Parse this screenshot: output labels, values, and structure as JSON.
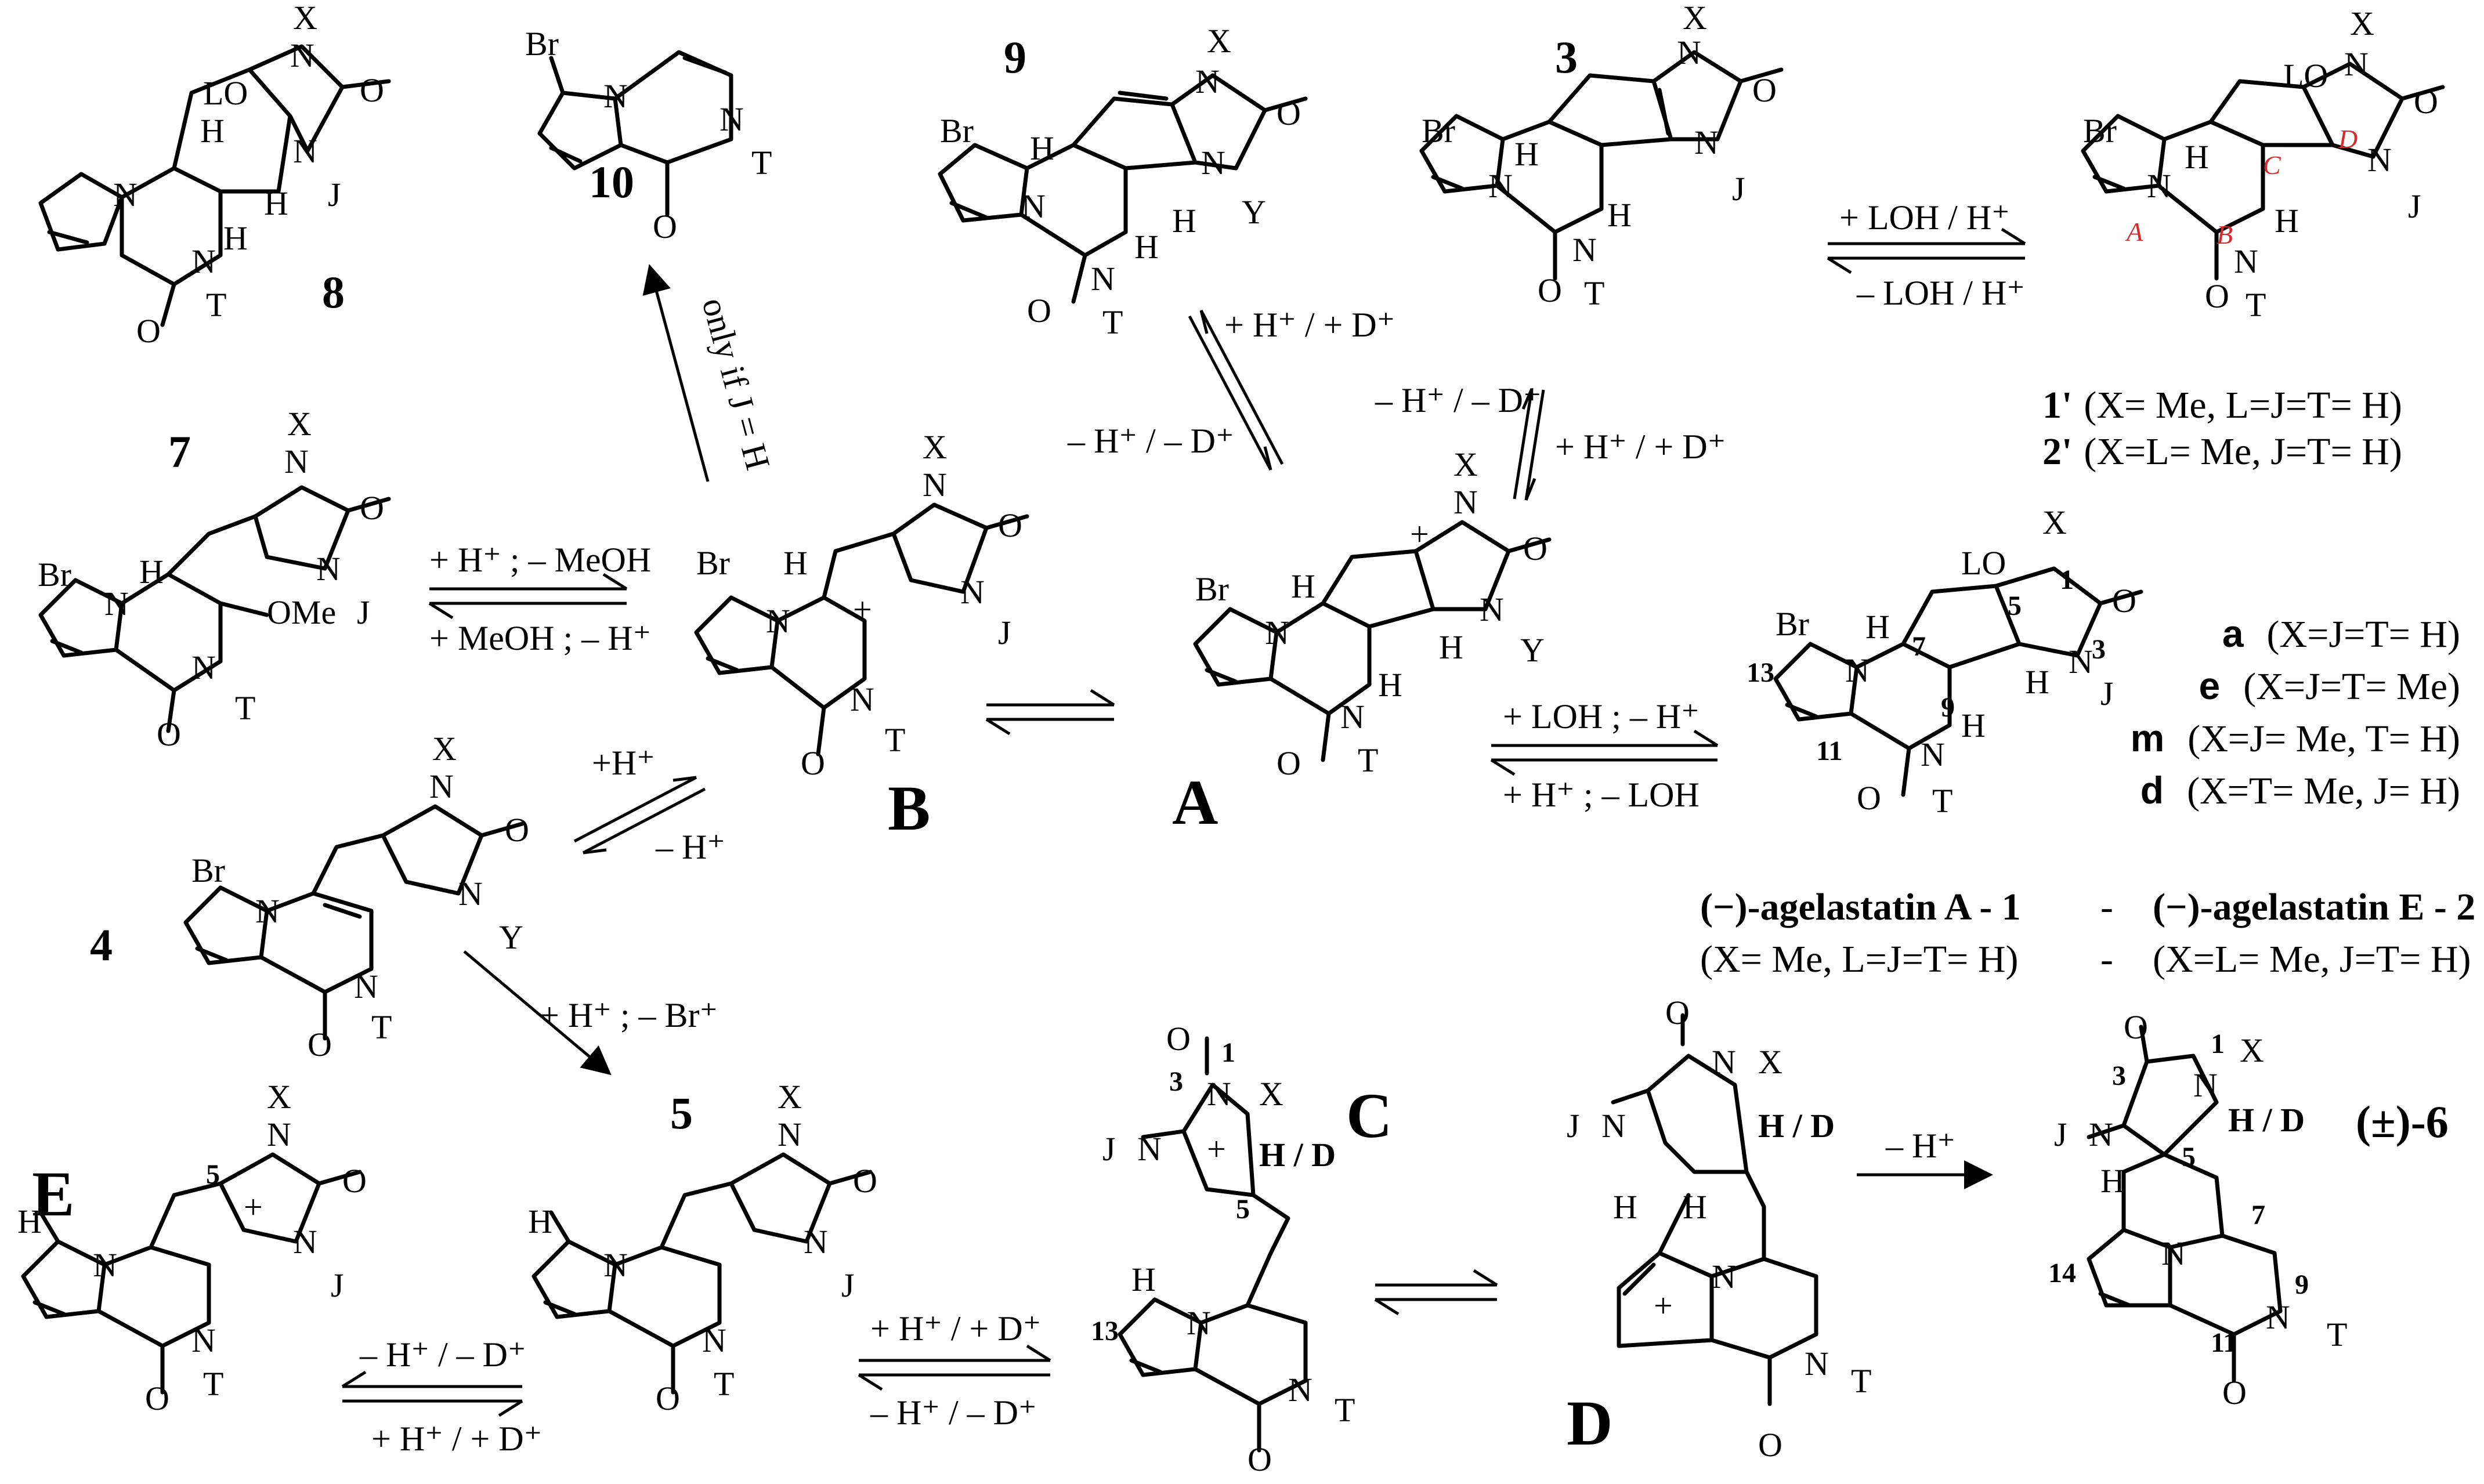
{
  "compound_labels": {
    "c8": "8",
    "c10": "10",
    "c9": "9",
    "c3": "3",
    "c7": "7",
    "cB": "B",
    "cA": "A",
    "c4": "4",
    "cE": "E",
    "c5": "5",
    "cC": "C",
    "cD": "D",
    "c6": "(±)-6"
  },
  "ring_labels": [
    "A",
    "B",
    "C",
    "D"
  ],
  "atoms": {
    "Br": "Br",
    "N": "N",
    "O": "O",
    "H": "H",
    "X": "X",
    "J": "J",
    "T": "T",
    "Y": "Y",
    "LO": "LO",
    "OMe": "OMe",
    "HD": "H / D",
    "plus": "+"
  },
  "numbering": {
    "n1": "1",
    "n3": "3",
    "n5": "5",
    "n7": "7",
    "n9": "9",
    "n11": "11",
    "n13": "13",
    "n14": "14"
  },
  "conditions": {
    "only_if": "only if J = H",
    "hd_plus": "+ H⁺ / + D⁺",
    "hd_minus": "– H⁺ / – D⁺",
    "loh_h_fwd": "+ LOH / H⁺",
    "loh_h_rev": "– LOH / H⁺",
    "meoh_fwd": "+ H⁺ ; – MeOH",
    "meoh_rev": "+ MeOH ; – H⁺",
    "loh_fwd": "+ LOH ; – H⁺",
    "loh_rev": "+ H⁺ ; – LOH",
    "h_plus": "+H⁺",
    "h_minus": "– H⁺",
    "br_loss": "+ H⁺ ; – Br⁺",
    "h_minus_last": "– H⁺"
  },
  "variants": {
    "v1": {
      "label": "1'",
      "desc": "(X= Me, L=J=T= H)"
    },
    "v2": {
      "label": "2'",
      "desc": "(X=L= Me, J=T= H)"
    }
  },
  "legend": [
    {
      "key": "a",
      "desc": "(X=J=T= H)"
    },
    {
      "key": "e",
      "desc": "(X=J=T= Me)"
    },
    {
      "key": "m",
      "desc": "(X=J= Me, T= H)"
    },
    {
      "key": "d",
      "desc": "(X=T= Me, J= H)"
    }
  ],
  "products": {
    "agel_a": "(−)-agelastatin A - 1",
    "dash": "-",
    "agel_e": "(−)-agelastatin E - 2",
    "agel_a_sub": "(X= Me, L=J=T= H)",
    "agel_e_sub": "(X=L= Me, J=T= H)"
  }
}
